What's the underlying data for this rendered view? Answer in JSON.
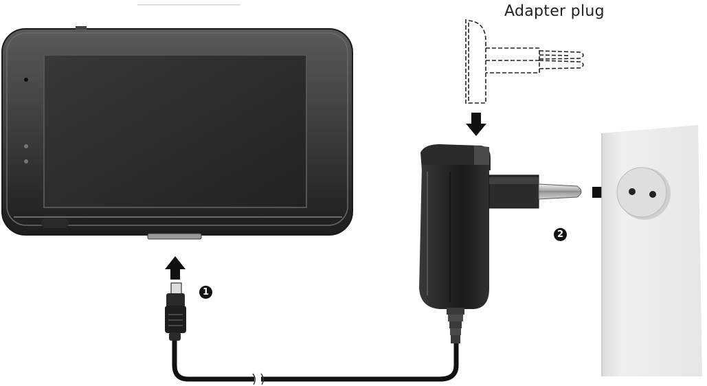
{
  "labels": {
    "adapter_plug": "Adapter plug",
    "step_1": "1",
    "step_2": "2"
  },
  "icons": {
    "navigation_device": "navigation-device-icon",
    "usb_connector": "usb-connector-icon",
    "power_adapter": "power-adapter-icon",
    "adapter_plug": "adapter-plug-icon",
    "wall_socket": "wall-socket-icon"
  },
  "colors": {
    "device_body": "#3a3a3a",
    "screen": "#2b2b2b",
    "cable": "#111111",
    "wall_plate": "#e9e9e9",
    "outline_dashed": "#222222"
  }
}
